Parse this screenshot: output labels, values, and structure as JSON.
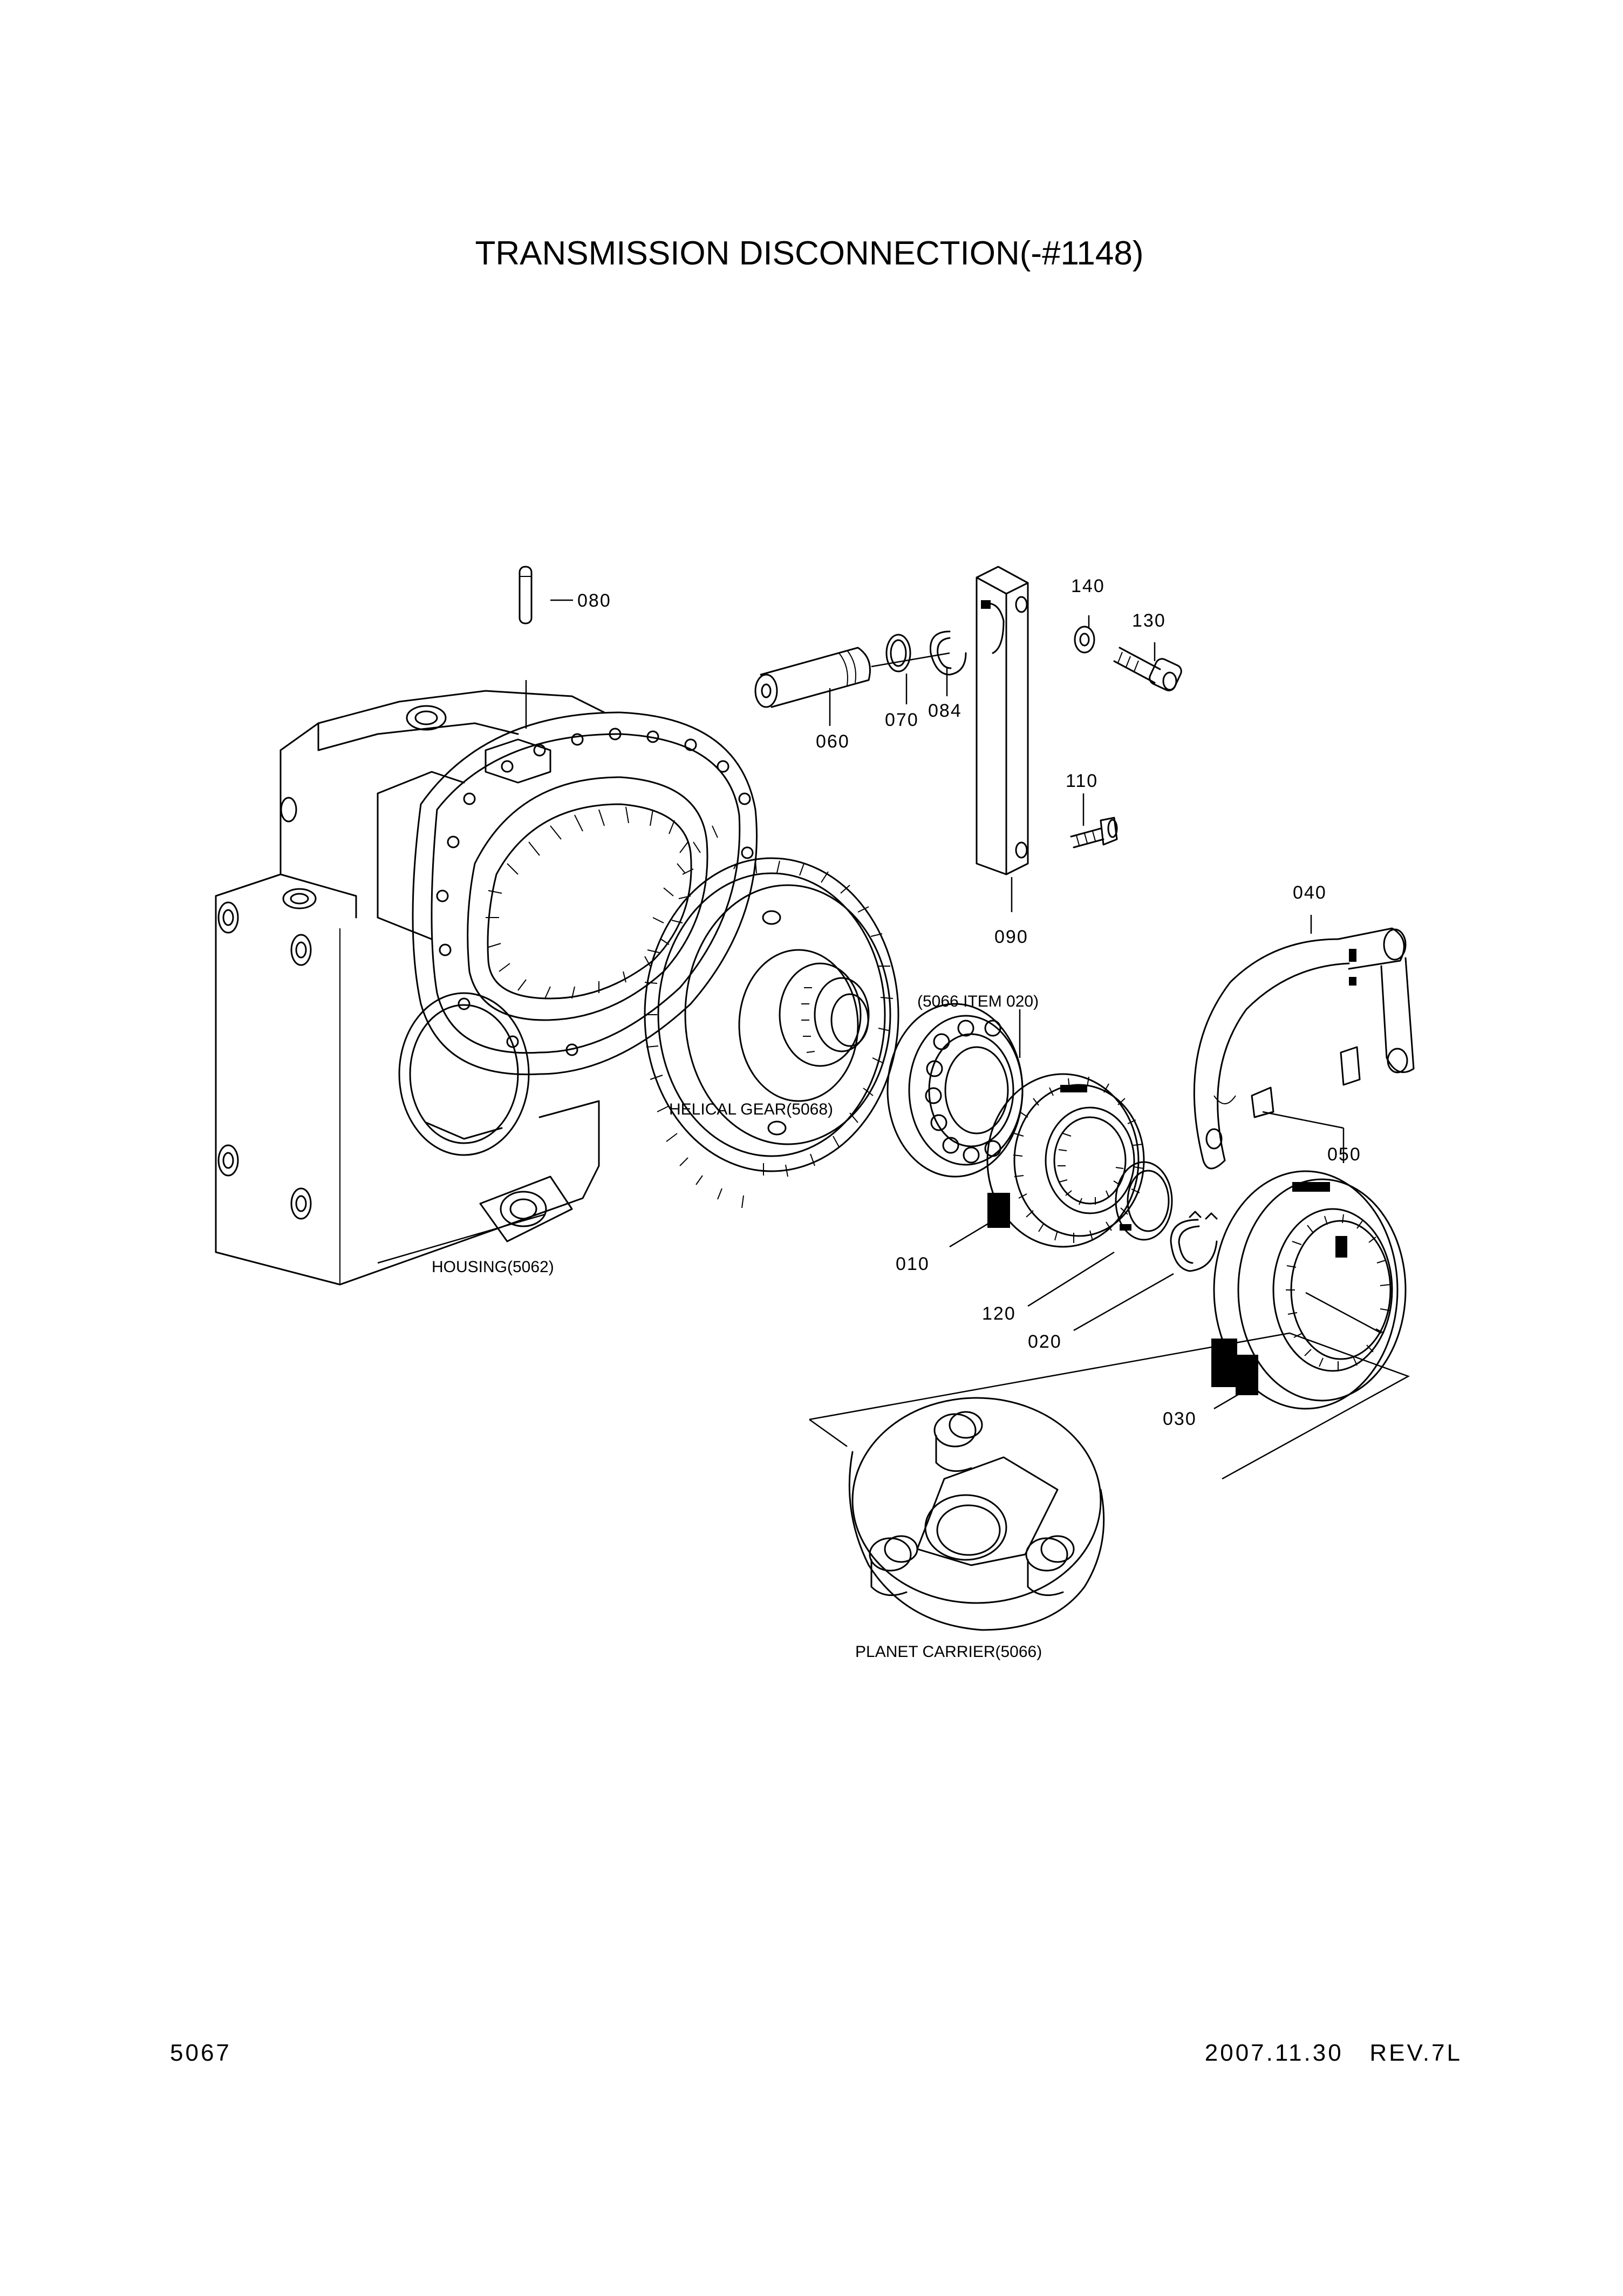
{
  "title": "TRANSMISSION DISCONNECTION(-#1148)",
  "part_labels": {
    "p080": "080",
    "p060": "060",
    "p070": "070",
    "p084": "084",
    "p140": "140",
    "p130": "130",
    "p110": "110",
    "p090": "090",
    "p040": "040",
    "p050": "050",
    "p010": "010",
    "p120": "120",
    "p020": "020",
    "p030": "030"
  },
  "assembly_labels": {
    "housing": "HOUSING(5062)",
    "helical_gear": "HELICAL GEAR(5068)",
    "bearing_ref": "(5066 ITEM 020)",
    "planet_carrier": "PLANET CARRIER(5066)"
  },
  "footer": {
    "page_number": "5067",
    "date_rev": "2007.11.30   REV.7L"
  }
}
